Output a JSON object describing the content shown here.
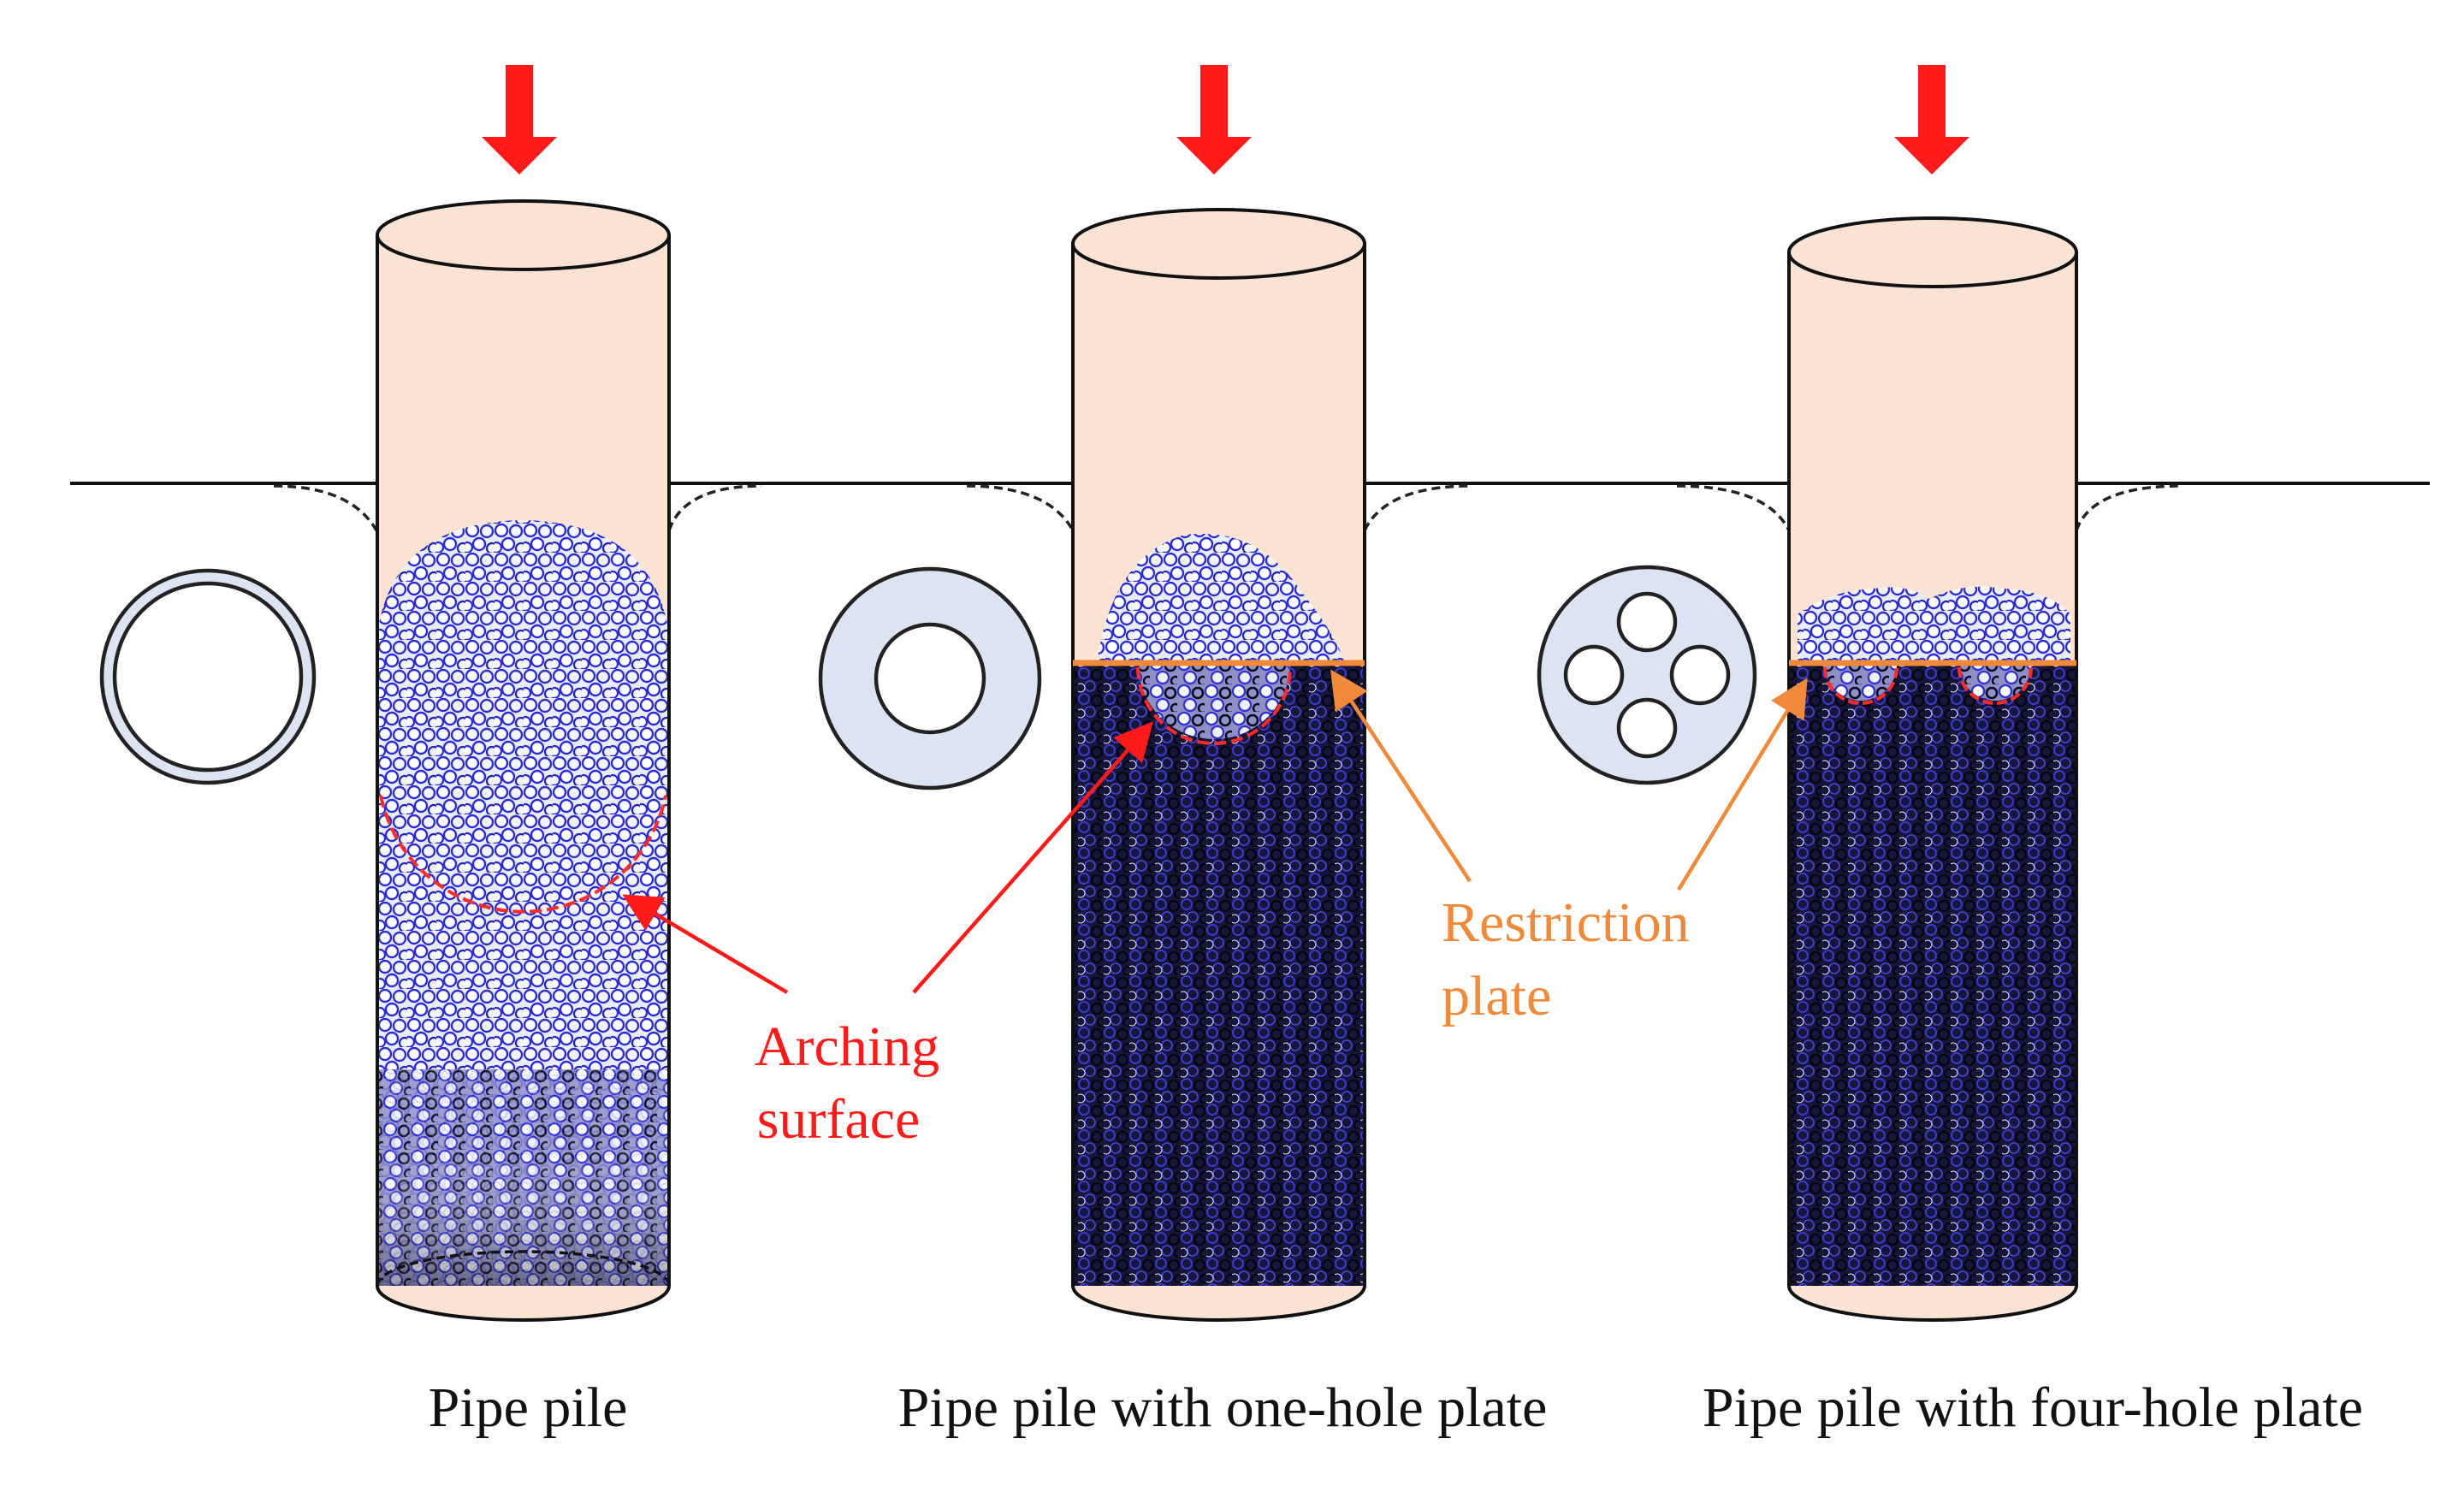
{
  "figure": {
    "piles": [
      {
        "id": "pipe-pile",
        "caption": "Pipe pile",
        "cross_section": "ring",
        "plate": "none",
        "holes": 0
      },
      {
        "id": "one-hole",
        "caption": "Pipe pile with one-hole plate",
        "cross_section": "one-hole plate",
        "plate": "restriction plate",
        "holes": 1
      },
      {
        "id": "four-hole",
        "caption": "Pipe pile with four-hole plate",
        "cross_section": "four-hole plate",
        "plate": "restriction plate",
        "holes": 4
      }
    ],
    "annotations": {
      "arching": {
        "line1": "Arching",
        "line2": "surface"
      },
      "restriction": {
        "line1": "Restriction",
        "line2": "plate"
      }
    },
    "colors": {
      "load_arrow": "#ff1a1a",
      "pile_fill": "#fbe3d4",
      "particle_outline": "#2a2ad8",
      "dense_particles": "#0b0b24",
      "arching_surface": "#ff2a2a",
      "restriction_plate": "#f08a3a",
      "cross_section_fill": "#dce3f2"
    },
    "icons": [
      "load-arrow-icon",
      "cross-section-icon"
    ]
  }
}
